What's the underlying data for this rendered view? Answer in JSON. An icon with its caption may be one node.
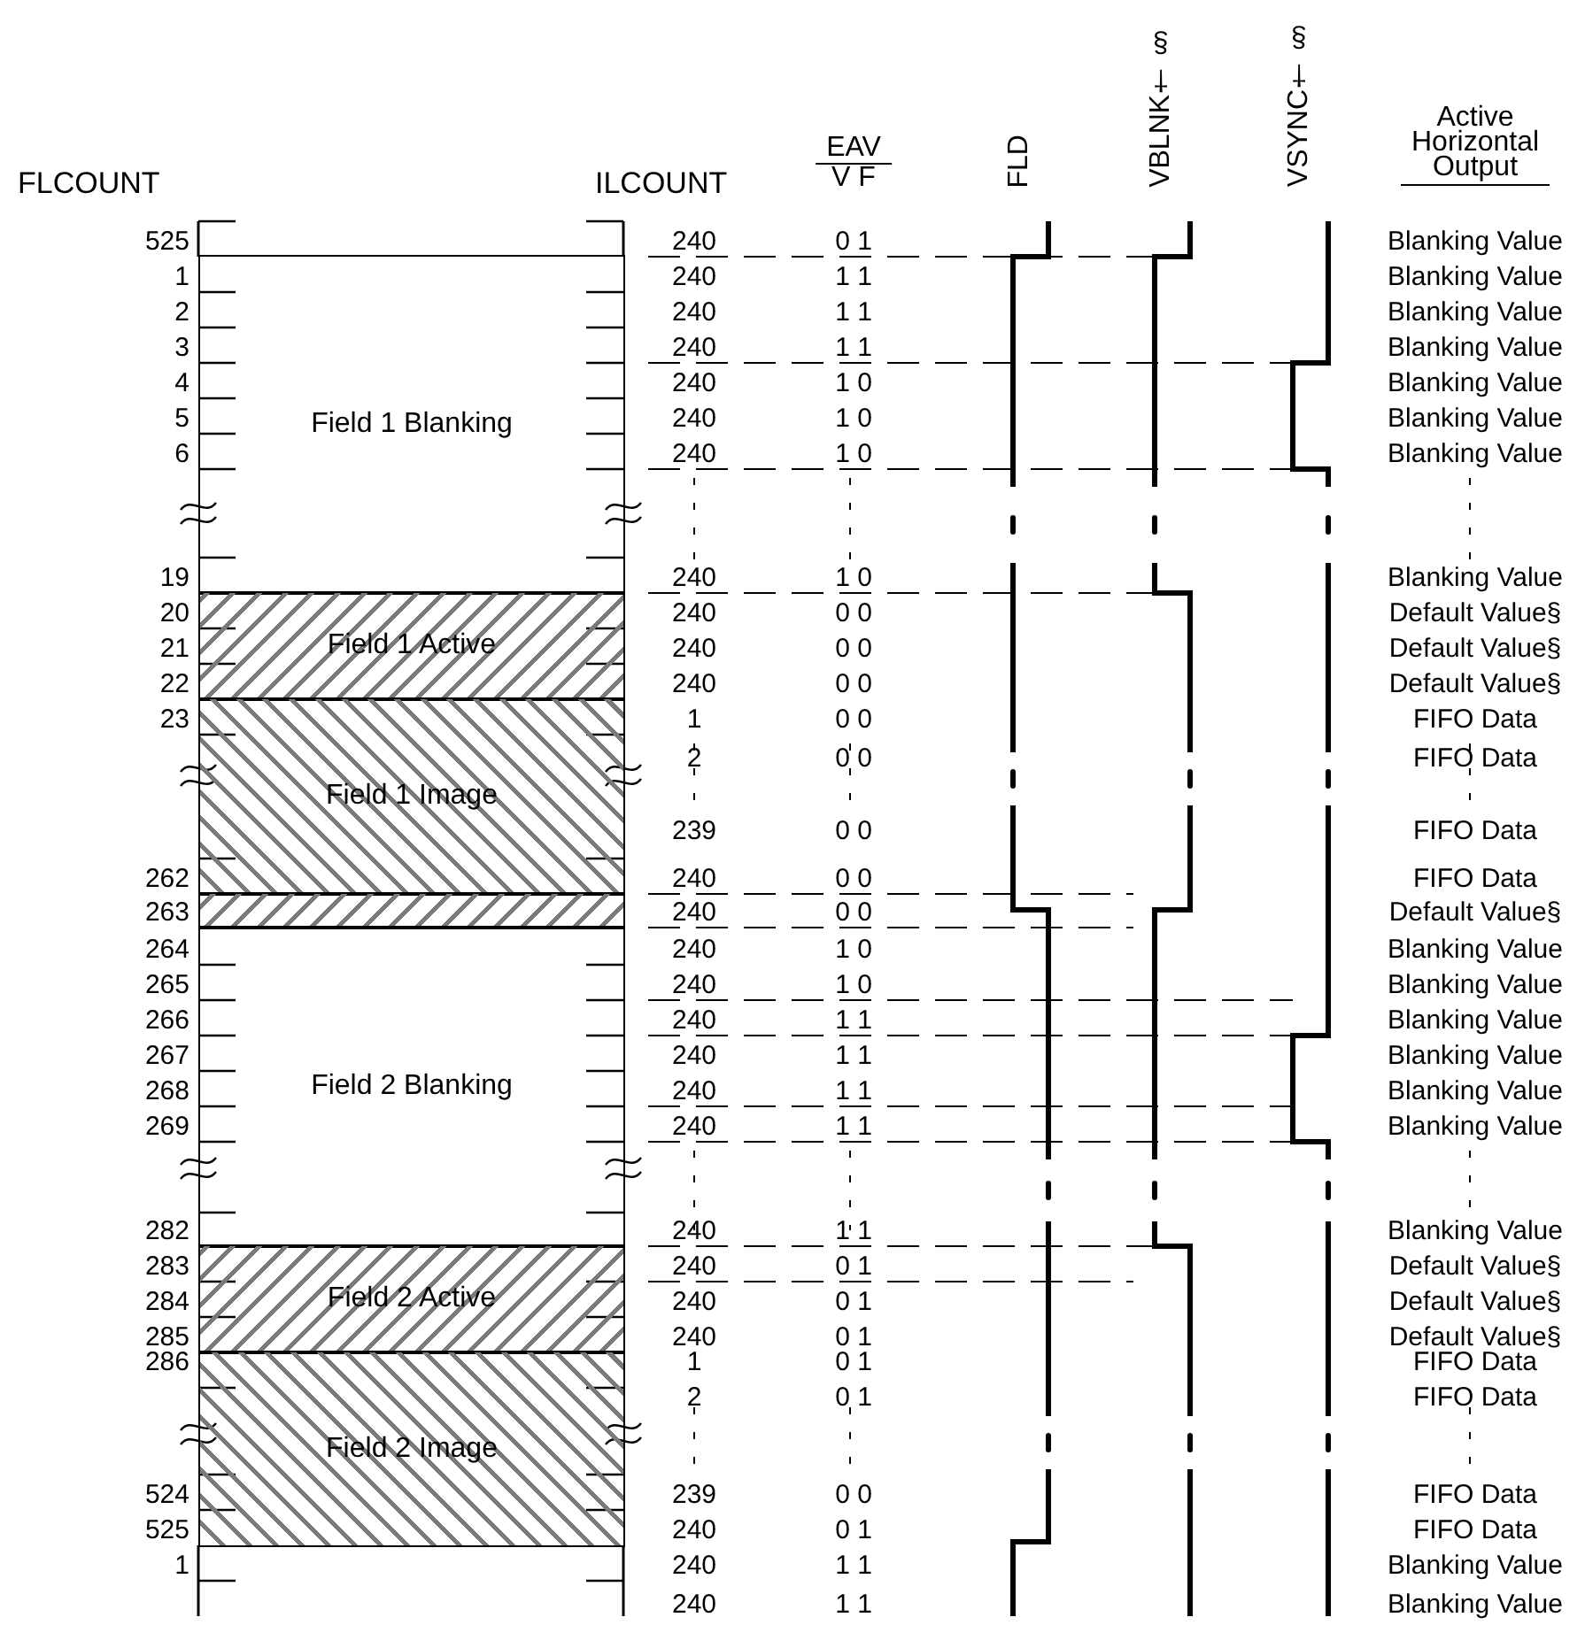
{
  "diagram": {
    "nodes": [
      {
        "text": [
          "Field 1 Blanking"
        ]
      },
      {
        "text": [
          "Field 1 Active"
        ]
      },
      {
        "text": [
          "Field 1 Image"
        ]
      },
      {
        "text": [],
        "shape": "box"
      },
      {
        "text": [
          "Field 2 Blanking"
        ]
      },
      {
        "text": [
          "Field 2 Active"
        ]
      },
      {
        "text": [
          "Field 2 Image"
        ]
      }
    ],
    "edges": [],
    "labels": [
      "FLCOUNT",
      "ILCOUNT",
      "EAV",
      "V F",
      "FLD",
      "VBLNK† §",
      "VSYNC† §",
      "Active Horizontal Output",
      "525",
      "240",
      "0 1",
      "Blanking Value",
      "1",
      "240",
      "1 1",
      "Blanking Value",
      "2",
      "240",
      "1 1",
      "Blanking Value",
      "3",
      "240",
      "1 1",
      "Blanking Value",
      "4",
      "240",
      "1 0",
      "Blanking Value",
      "5",
      "240",
      "1 0",
      "Blanking Value",
      "6",
      "240",
      "1 0",
      "Blanking Value",
      "19",
      "240",
      "1 0",
      "Blanking Value",
      "20",
      "240",
      "0 0",
      "Default Value§",
      "21",
      "240",
      "0 0",
      "Default Value§",
      "22",
      "240",
      "0 0",
      "Default Value§",
      "23",
      "1",
      "0 0",
      "FIFO Data",
      "2",
      "0 0",
      "FIFO Data",
      "239",
      "0 0",
      "FIFO Data",
      "262",
      "240",
      "0 0",
      "FIFO Data",
      "263",
      "240",
      "0 0",
      "Default Value§",
      "264",
      "240",
      "1 0",
      "Blanking Value",
      "265",
      "240",
      "1 0",
      "Blanking Value",
      "266",
      "240",
      "1 1",
      "Blanking Value",
      "267",
      "240",
      "1 1",
      "Blanking Value",
      "268",
      "240",
      "1 1",
      "Blanking Value",
      "269",
      "240",
      "1 1",
      "Blanking Value",
      "282",
      "240",
      "1 1",
      "Blanking Value",
      "283",
      "240",
      "0 1",
      "Default Value§",
      "284",
      "240",
      "0 1",
      "Default Value§",
      "285",
      "240",
      "0 1",
      "Default Value§",
      "286",
      "1",
      "0 1",
      "FIFO Data",
      "2",
      "0 1",
      "FIFO Data",
      "524",
      "239",
      "0 0",
      "FIFO Data",
      "525",
      "240",
      "0 1",
      "FIFO Data",
      "1",
      "240",
      "1 1",
      "Blanking Value",
      "240",
      "1 1",
      "Blanking Value"
    ]
  }
}
